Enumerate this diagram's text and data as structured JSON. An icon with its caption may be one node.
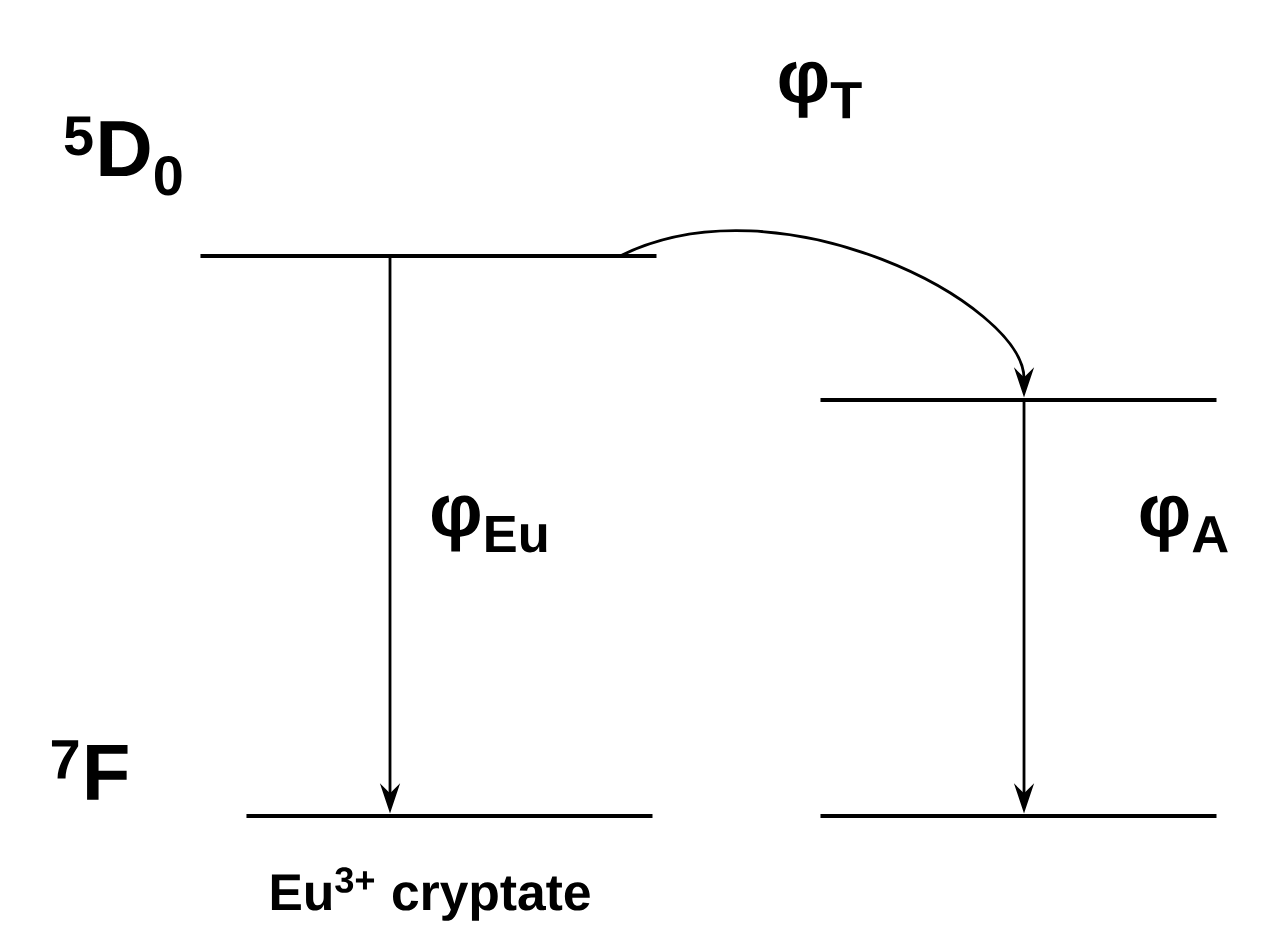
{
  "diagram": {
    "nodes": [
      {
        "text": [],
        "shape": "bar",
        "beside": [
          "$^{5}$D$_{0}$"
        ]
      },
      {
        "text": [],
        "shape": "bar",
        "beside": [
          "$^{7}$F",
          "Eu$^{3+}$ cryptate"
        ]
      },
      {
        "text": [],
        "shape": "bar"
      },
      {
        "text": [],
        "shape": "bar"
      }
    ],
    "edges": [
      {
        "from": 0,
        "to": 1,
        "arrow": "to",
        "label": "φ$_{Eu}$"
      },
      {
        "from": 0,
        "to": 2,
        "arrow": "to",
        "label": "φ$_{T}$"
      },
      {
        "from": 2,
        "to": 3,
        "arrow": "to",
        "label": "φ$_{A}$"
      }
    ]
  }
}
